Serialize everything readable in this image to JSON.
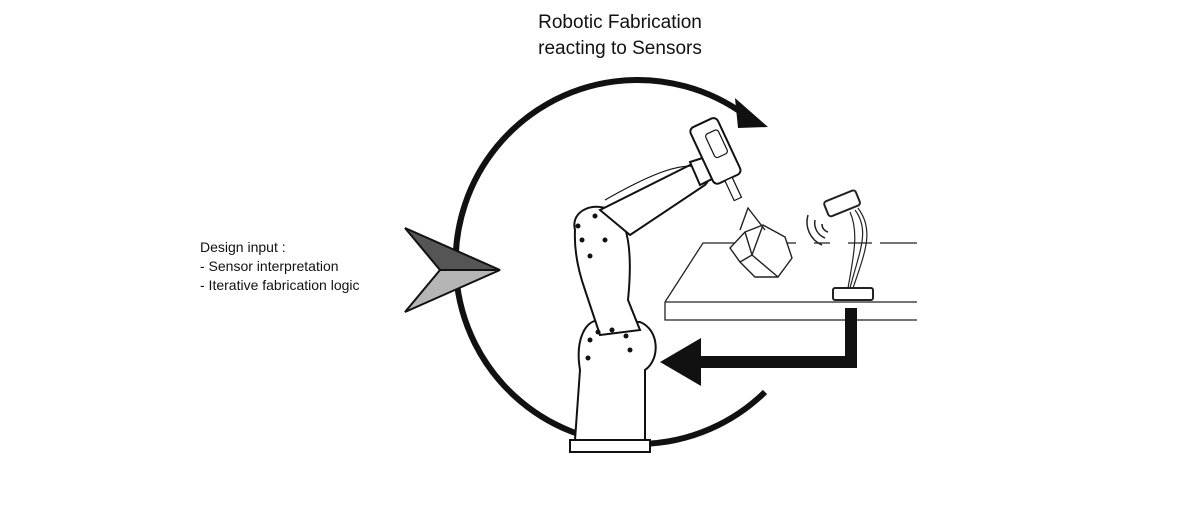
{
  "title": {
    "line1": "Robotic Fabrication",
    "line2": "reacting to Sensors"
  },
  "design_input": {
    "heading": "Design input :",
    "items": [
      "- Sensor interpretation",
      "- Iterative fabrication logic"
    ]
  },
  "colors": {
    "stroke": "#111111",
    "chevron_dark": "#555555",
    "chevron_light": "#b5b5b5"
  }
}
